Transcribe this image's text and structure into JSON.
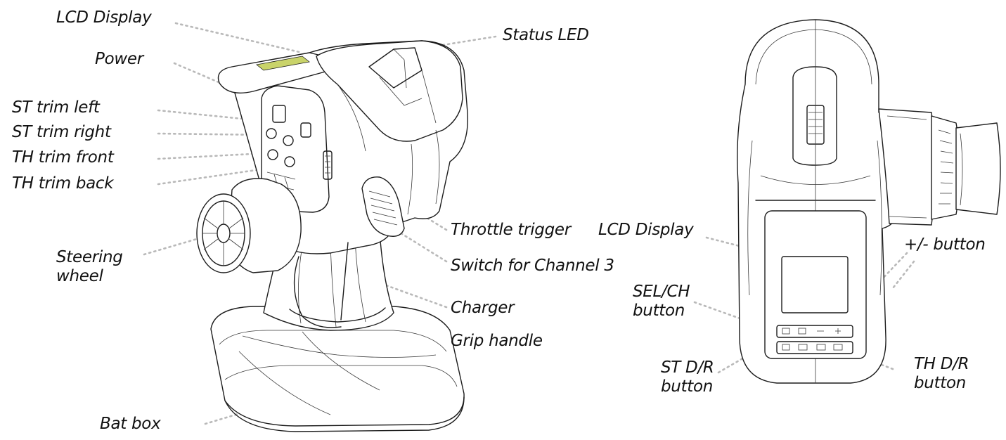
{
  "labels": {
    "lcd_display_left": "LCD Display",
    "power": "Power",
    "status_led": "Status LED",
    "st_trim_left": "ST trim left",
    "st_trim_right": "ST trim right",
    "th_trim_front": "TH trim front",
    "th_trim_back": "TH trim back",
    "steering_wheel_line1": "Steering",
    "steering_wheel_line2": "wheel",
    "throttle_trigger": "Throttle trigger",
    "switch_channel3": "Switch for Channel 3",
    "charger": "Charger",
    "grip_handle": "Grip handle",
    "bat_box": "Bat box",
    "lcd_display_right": "LCD Display",
    "plus_minus_button": "+/- button",
    "selch_line1": "SEL/CH",
    "selch_line2": "button",
    "st_dr_line1": "ST D/R",
    "st_dr_line2": "button",
    "th_dr_line1": "TH D/R",
    "th_dr_line2": "button"
  },
  "colors": {
    "ink": "#1c1c1c",
    "leader": "#b9b9b9",
    "accent_lcd": "#c9d36a"
  }
}
